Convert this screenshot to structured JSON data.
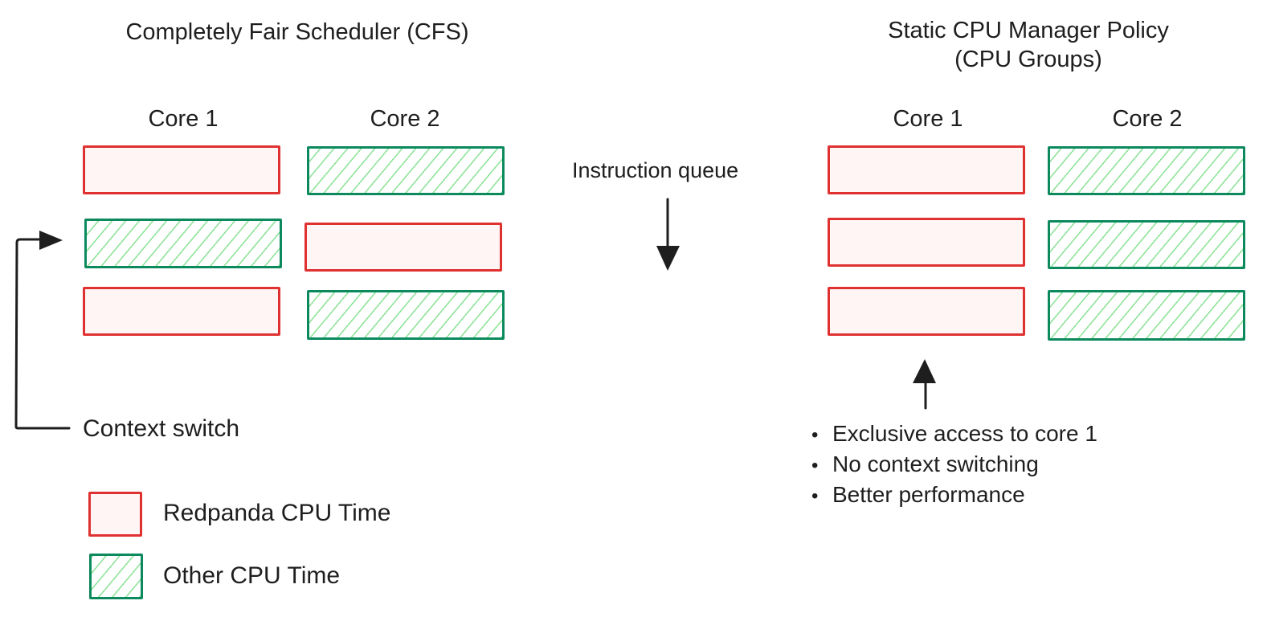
{
  "left_panel": {
    "title": "Completely Fair Scheduler (CFS)",
    "core1_label": "Core 1",
    "core2_label": "Core 2",
    "context_switch_label": "Context switch"
  },
  "middle": {
    "queue_label": "Instruction queue"
  },
  "right_panel": {
    "title_line1": "Static CPU Manager Policy",
    "title_line2": "(CPU Groups)",
    "core1_label": "Core 1",
    "core2_label": "Core 2",
    "bullets": [
      "Exclusive access to core 1",
      "No context switching",
      "Better performance"
    ]
  },
  "legend": {
    "redpanda_label": "Redpanda CPU Time",
    "other_label": "Other CPU Time"
  },
  "colors": {
    "redpanda_stroke": "#e03131",
    "redpanda_fill": "#fff5f5",
    "other_stroke": "#0c8a5e",
    "other_hatch": "#8ae296",
    "arrow": "#1e1e1e"
  }
}
